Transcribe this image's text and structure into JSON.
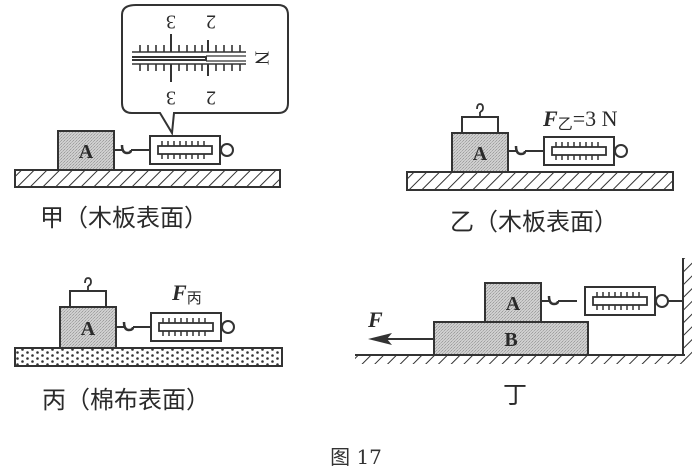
{
  "figure": {
    "caption": "图 17",
    "colors": {
      "ink": "#2a2a2a",
      "block_fill": "#c8c8c8",
      "background": "#ffffff"
    }
  },
  "panels": {
    "jia": {
      "caption": "甲（木板表面）",
      "surface": "wood-board-hatched",
      "block_label": "A",
      "callout": {
        "unit": "N",
        "top_labels": [
          "3",
          "2"
        ],
        "bottom_labels": [
          "3",
          "2"
        ]
      }
    },
    "yi": {
      "caption": "乙（木板表面）",
      "surface": "wood-board-hatched",
      "block_label": "A",
      "force_symbol": "F",
      "force_subscript": "乙",
      "force_value": "=3 N"
    },
    "bing": {
      "caption": "丙（棉布表面）",
      "surface": "cotton-cloth-dotted",
      "block_label": "A",
      "force_symbol": "F",
      "force_subscript": "丙"
    },
    "ding": {
      "caption": "丁",
      "surface": "ground-hatched-with-wall",
      "top_block_label": "A",
      "bottom_block_label": "B",
      "force_symbol": "F"
    }
  }
}
